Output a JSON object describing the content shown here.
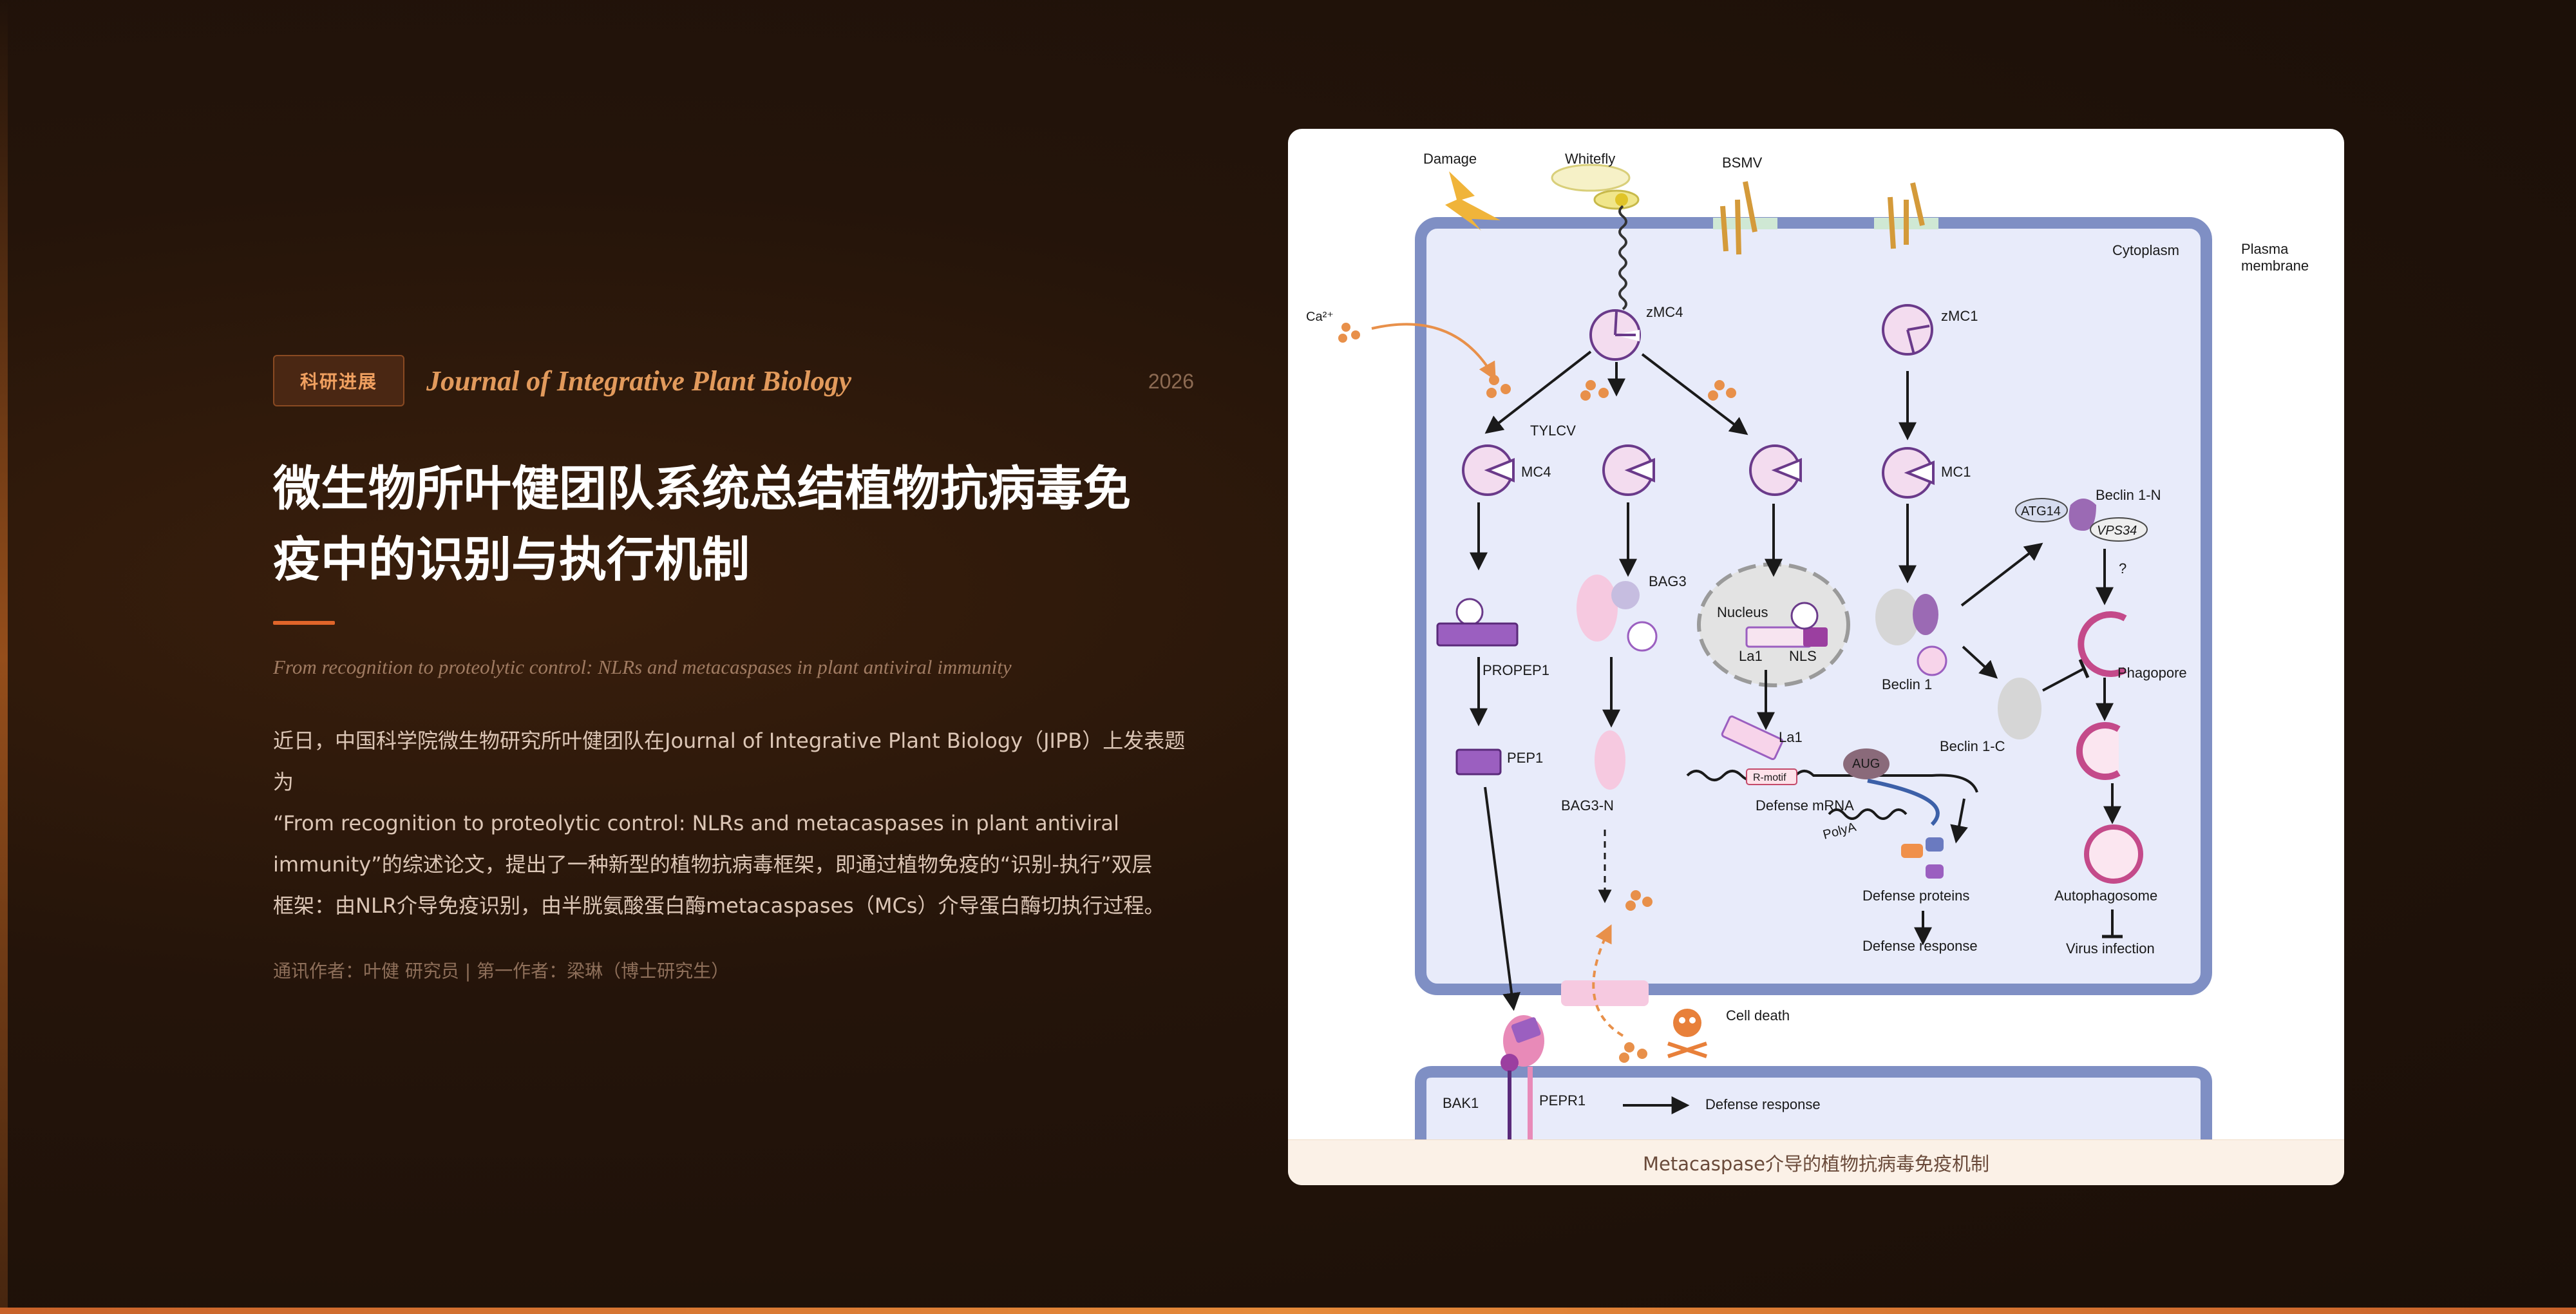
{
  "badge": "科研进展",
  "journal": "Journal of Integrative Plant Biology",
  "year": "2026",
  "title_line1": "微生物所叶健团队系统总结植物抗病毒免",
  "title_line2": "疫中的识别与执行机制",
  "subtitle": "From recognition to proteolytic control: NLRs and metacaspases in plant antiviral immunity",
  "body_lines": [
    "近日，中国科学院微生物研究所叶健团队在Journal of Integrative Plant Biology（JIPB）上发表题为",
    "“From recognition to proteolytic control: NLRs and metacaspases in plant antiviral",
    "immunity”的综述论文，提出了一种新型的植物抗病毒框架，即通过植物免疫的“识别-执行”双层",
    "框架：由NLR介导免疫识别，由半胱氨酸蛋白酶metacaspases（MCs）介导蛋白酶切执行过程。"
  ],
  "authors": "通讯作者：叶健 研究员  |  第一作者：梁琳（博士研究生）",
  "figure": {
    "caption": "Metacaspase介导的植物抗病毒免疫机制",
    "labels": {
      "damage": "Damage",
      "whitefly": "Whitefly",
      "bsmv": "BSMV",
      "cytoplasm": "Cytoplasm",
      "plasma_membrane_1": "Plasma",
      "plasma_membrane_2": "membrane",
      "ca": "Ca²⁺",
      "zmc4": "zMC4",
      "zmc1": "zMC1",
      "tylcv": "TYLCV",
      "mc4": "MC4",
      "mc1": "MC1",
      "bag3": "BAG3",
      "propep1": "PROPEP1",
      "pep1": "PEP1",
      "bag3n": "BAG3-N",
      "nucleus": "Nucleus",
      "la1_nuc": "La1",
      "nls": "NLS",
      "la1": "La1",
      "rmotif": "R-motif",
      "aug": "AUG",
      "defense_mrna": "Defense mRNA",
      "polya": "PolyA",
      "defense_proteins": "Defense proteins",
      "defense_response_in": "Defense response",
      "beclin1": "Beclin 1",
      "beclin1c": "Beclin 1-C",
      "beclin1n": "Beclin 1-N",
      "atg14": "ATG14",
      "vps34": "VPS34",
      "question": "?",
      "phagopore": "Phagopore",
      "autophagosome": "Autophagosome",
      "virus_infection": "Virus infection",
      "cell_death": "Cell death",
      "bak1": "BAK1",
      "pepr1": "PEPR1",
      "defense_response_out": "Defense response"
    }
  },
  "colors": {
    "accent": "#e0652a",
    "membrane": "#7f8fc4",
    "cytoplasm": "#e8ebfa",
    "mc_fill": "#f3dcef",
    "mc_stroke": "#6a3a8a",
    "calcium": "#e8904a"
  }
}
